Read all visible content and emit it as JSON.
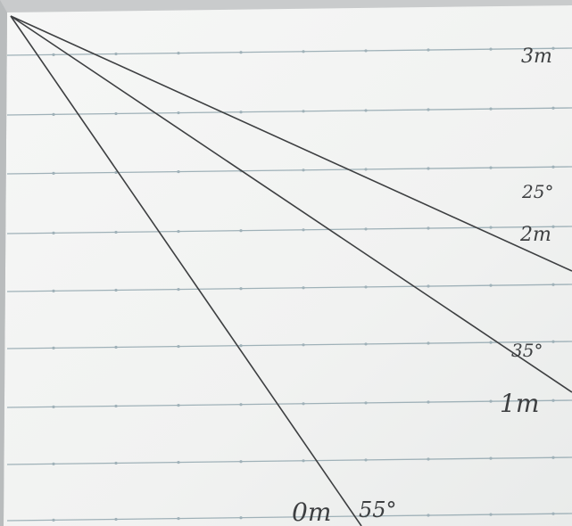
{
  "photo": {
    "paper_color": "#f3f4f3",
    "rule_color": "#9fb1b8",
    "pencil_color": "#3d3f41",
    "background_color": "#c9cbcc"
  },
  "labels": {
    "height_3m": "3m",
    "angle_25": "25°",
    "height_2m": "2m",
    "angle_35": "35°",
    "height_1m": "1m",
    "height_0m": "0m",
    "angle_55": "55°"
  }
}
